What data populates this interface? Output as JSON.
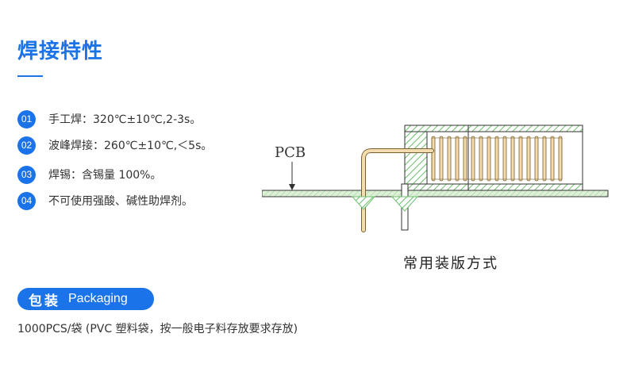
{
  "section_title": "焊接特性",
  "features": [
    {
      "num": "01",
      "text": "手工焊：320℃±10℃,2-3s。"
    },
    {
      "num": "02",
      "text": "波峰焊接：260℃±10℃,＜5s。"
    },
    {
      "num": "03",
      "text": "焊锡：含锡量 100%。"
    },
    {
      "num": "04",
      "text": "不可使用强酸、碱性助焊剂。"
    }
  ],
  "diagram": {
    "pcb_label": "PCB",
    "caption": "常用装版方式",
    "colors": {
      "line": "#333333",
      "pcb_fill": "#dff0d8",
      "hatch": "#6cc06c",
      "coil": "#e8c890",
      "coil_stroke": "#7a6030"
    }
  },
  "packaging": {
    "label_cn": "包装",
    "label_en": "Packaging",
    "text": "1000PCS/袋 (PVC 塑料袋，按一般电子料存放要求存放)"
  },
  "colors": {
    "accent": "#1a73e8",
    "text": "#333333"
  }
}
